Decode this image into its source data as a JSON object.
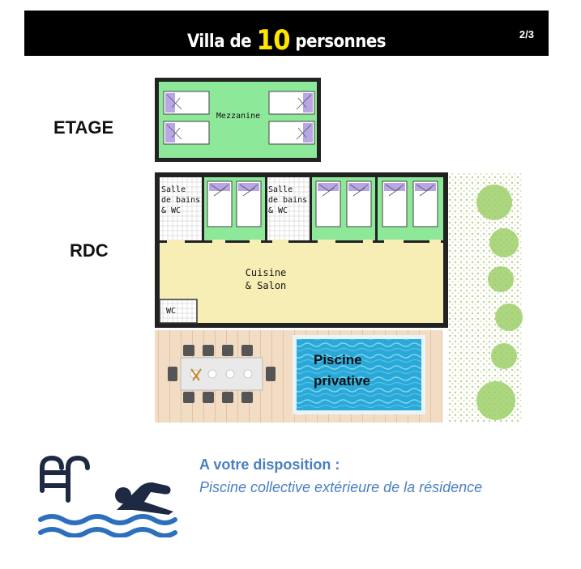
{
  "header": {
    "title_prefix": "Villa de ",
    "title_number": "10",
    "title_suffix": " personnes",
    "page": "2/3"
  },
  "levels": {
    "upper": "ETAGE",
    "ground": "RDC"
  },
  "rooms": {
    "mezzanine": "Mezzanine",
    "bath1_line1": "Salle",
    "bath1_line2": "de bains",
    "bath1_line3": "& WC",
    "bath2_line1": "Salle",
    "bath2_line2": "de bains",
    "bath2_line3": "& WC",
    "kitchen_line1": "Cuisine",
    "kitchen_line2": "& Salon",
    "wc": "WC",
    "pool_line1": "Piscine",
    "pool_line2": "privative"
  },
  "amenities": {
    "title": "A votre disposition :",
    "subtitle": "Piscine collective extérieure de la résidence",
    "icon": "swimming-pool-icon"
  },
  "colors": {
    "bedroom_green": "#8ee89a",
    "kitchen_beige": "#f7eeb5",
    "pool_blue": "#2aa8d8",
    "deck": "#f2dcc4",
    "banner_bg": "#000000",
    "banner_number": "#ffe600",
    "accent_blue": "#4a7fc0",
    "icon_navy": "#1e2a44"
  }
}
